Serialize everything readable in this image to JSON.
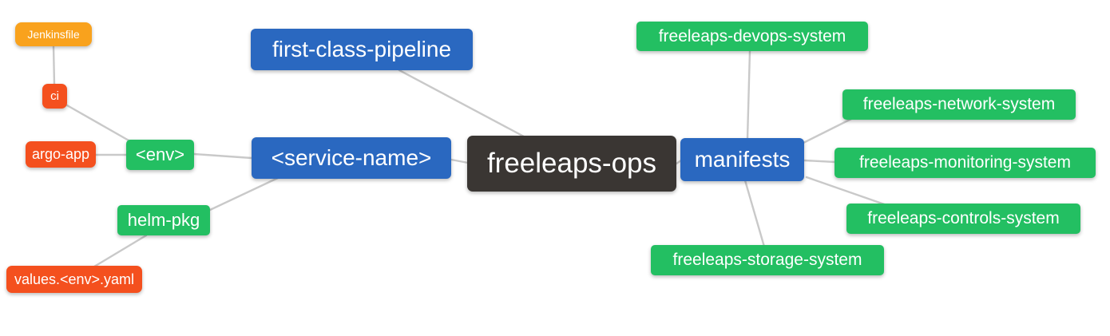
{
  "colors": {
    "canvas_bg": "#FFFFFF",
    "root_bg": "#3A3633",
    "branch_bg": "#2A68C0",
    "green_bg": "#23BF62",
    "red_bg": "#F4501E",
    "orange_bg": "#F9A21D",
    "edge": "#C9C9C9",
    "text": "#FFFFFF"
  },
  "nodes": {
    "root": {
      "label": "freeleaps-ops"
    },
    "first_class_pipeline": {
      "label": "first-class-pipeline"
    },
    "service_name": {
      "label": "<service-name>"
    },
    "env": {
      "label": "<env>"
    },
    "ci": {
      "label": "ci"
    },
    "jenkinsfile": {
      "label": "Jenkinsfile"
    },
    "argo_app": {
      "label": "argo-app"
    },
    "helm_pkg": {
      "label": "helm-pkg"
    },
    "values_env_yaml": {
      "label": "values.<env>.yaml"
    },
    "manifests": {
      "label": "manifests"
    },
    "freeleaps_devops_system": {
      "label": "freeleaps-devops-system"
    },
    "freeleaps_network_system": {
      "label": "freeleaps-network-system"
    },
    "freeleaps_monitoring_system": {
      "label": "freeleaps-monitoring-system"
    },
    "freeleaps_controls_system": {
      "label": "freeleaps-controls-system"
    },
    "freeleaps_storage_system": {
      "label": "freeleaps-storage-system"
    }
  }
}
